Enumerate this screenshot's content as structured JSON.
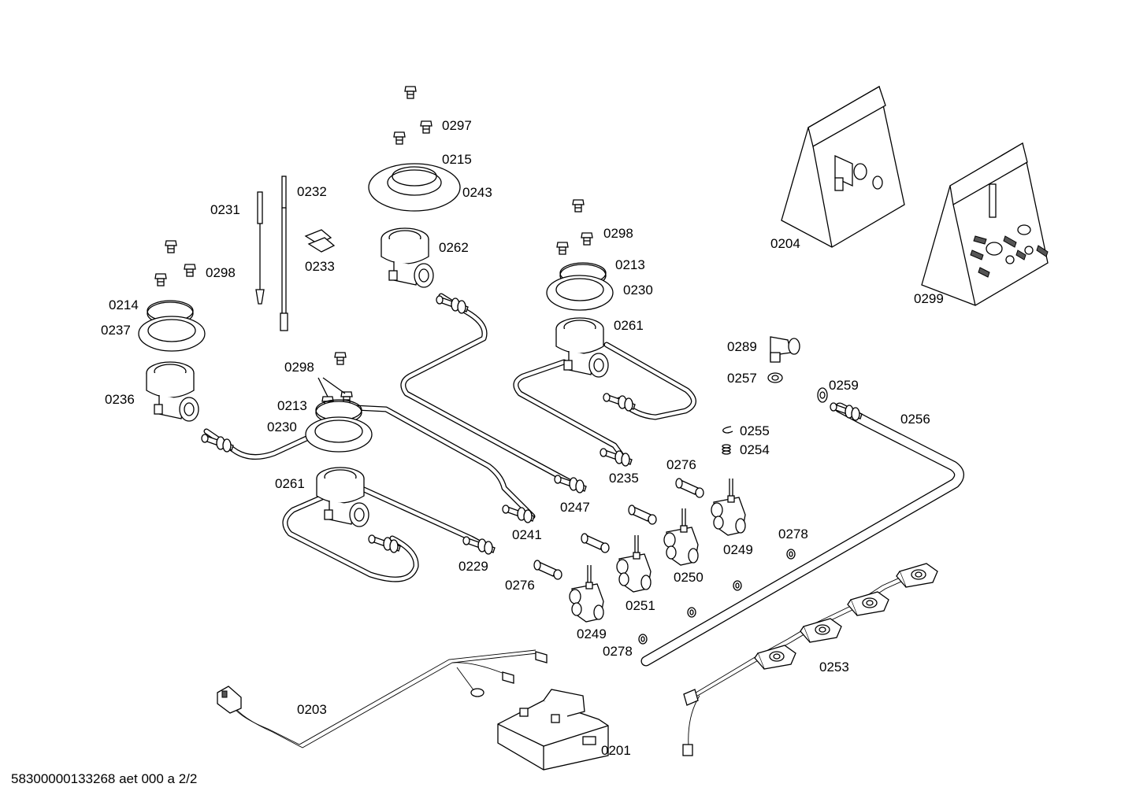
{
  "footer": {
    "doc_id": "58300000133268 aet 000 a 2/2"
  },
  "labels": {
    "l0297": "0297",
    "l0215": "0215",
    "l0243": "0243",
    "l0232": "0232",
    "l0231": "0231",
    "l0233": "0233",
    "l0262": "0262",
    "l0298a": "0298",
    "l0298b": "0298",
    "l0298c": "0298",
    "l0214": "0214",
    "l0237": "0237",
    "l0236": "0236",
    "l0213a": "0213",
    "l0230a": "0230",
    "l0261a": "0261",
    "l0213b": "0213",
    "l0230b": "0230",
    "l0261b": "0261",
    "l0204": "0204",
    "l0299": "0299",
    "l0289": "0289",
    "l0257": "0257",
    "l0259": "0259",
    "l0256": "0256",
    "l0255": "0255",
    "l0254": "0254",
    "l0276a": "0276",
    "l0235": "0235",
    "l0247": "0247",
    "l0241": "0241",
    "l0229": "0229",
    "l0276b": "0276",
    "l0249a": "0249",
    "l0250": "0250",
    "l0251": "0251",
    "l0249b": "0249",
    "l0278a": "0278",
    "l0278b": "0278",
    "l0253": "0253",
    "l0203": "0203",
    "l0201": "0201"
  }
}
